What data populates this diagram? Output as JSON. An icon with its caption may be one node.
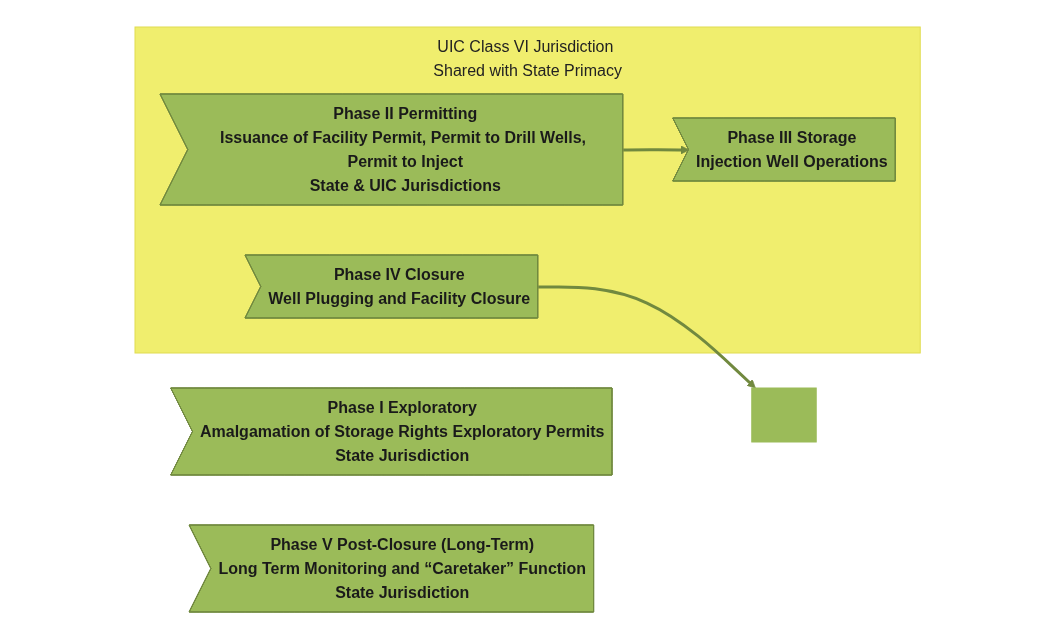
{
  "diagram": {
    "nodes": [
      {
        "text": [
          "Phase I Exploratory",
          "Amalgamation of Storage Rights Exploratory Permits",
          "State Jurisdiction"
        ]
      },
      {
        "text": [
          "UIC Class VI Jurisdiction Shared with State Primacy"
        ]
      },
      {
        "text": [
          "Phase II Permitting",
          "Issuance of Facility Permit, Permit to Drill Wells, Permit to Inject",
          "State & UIC Jurisdictions"
        ],
        "in": 1
      },
      {
        "text": [
          "Phase III Storage",
          "Injection Well Operations"
        ],
        "in": 1
      },
      {
        "text": [
          "Phase IV Closure",
          "Well Plugging and Facility Closure"
        ],
        "in": 1
      },
      {
        "text": [],
        "shape": "box"
      },
      {
        "text": [
          "Phase V Post-Closure (Long-Term)",
          "Long Term Monitoring and “Caretaker” Function",
          "State Jurisdiction"
        ]
      }
    ],
    "edges": [
      {
        "from": 2,
        "to": 3,
        "arrow": "to"
      },
      {
        "from": 4,
        "to": 5,
        "arrow": "to"
      }
    ]
  }
}
